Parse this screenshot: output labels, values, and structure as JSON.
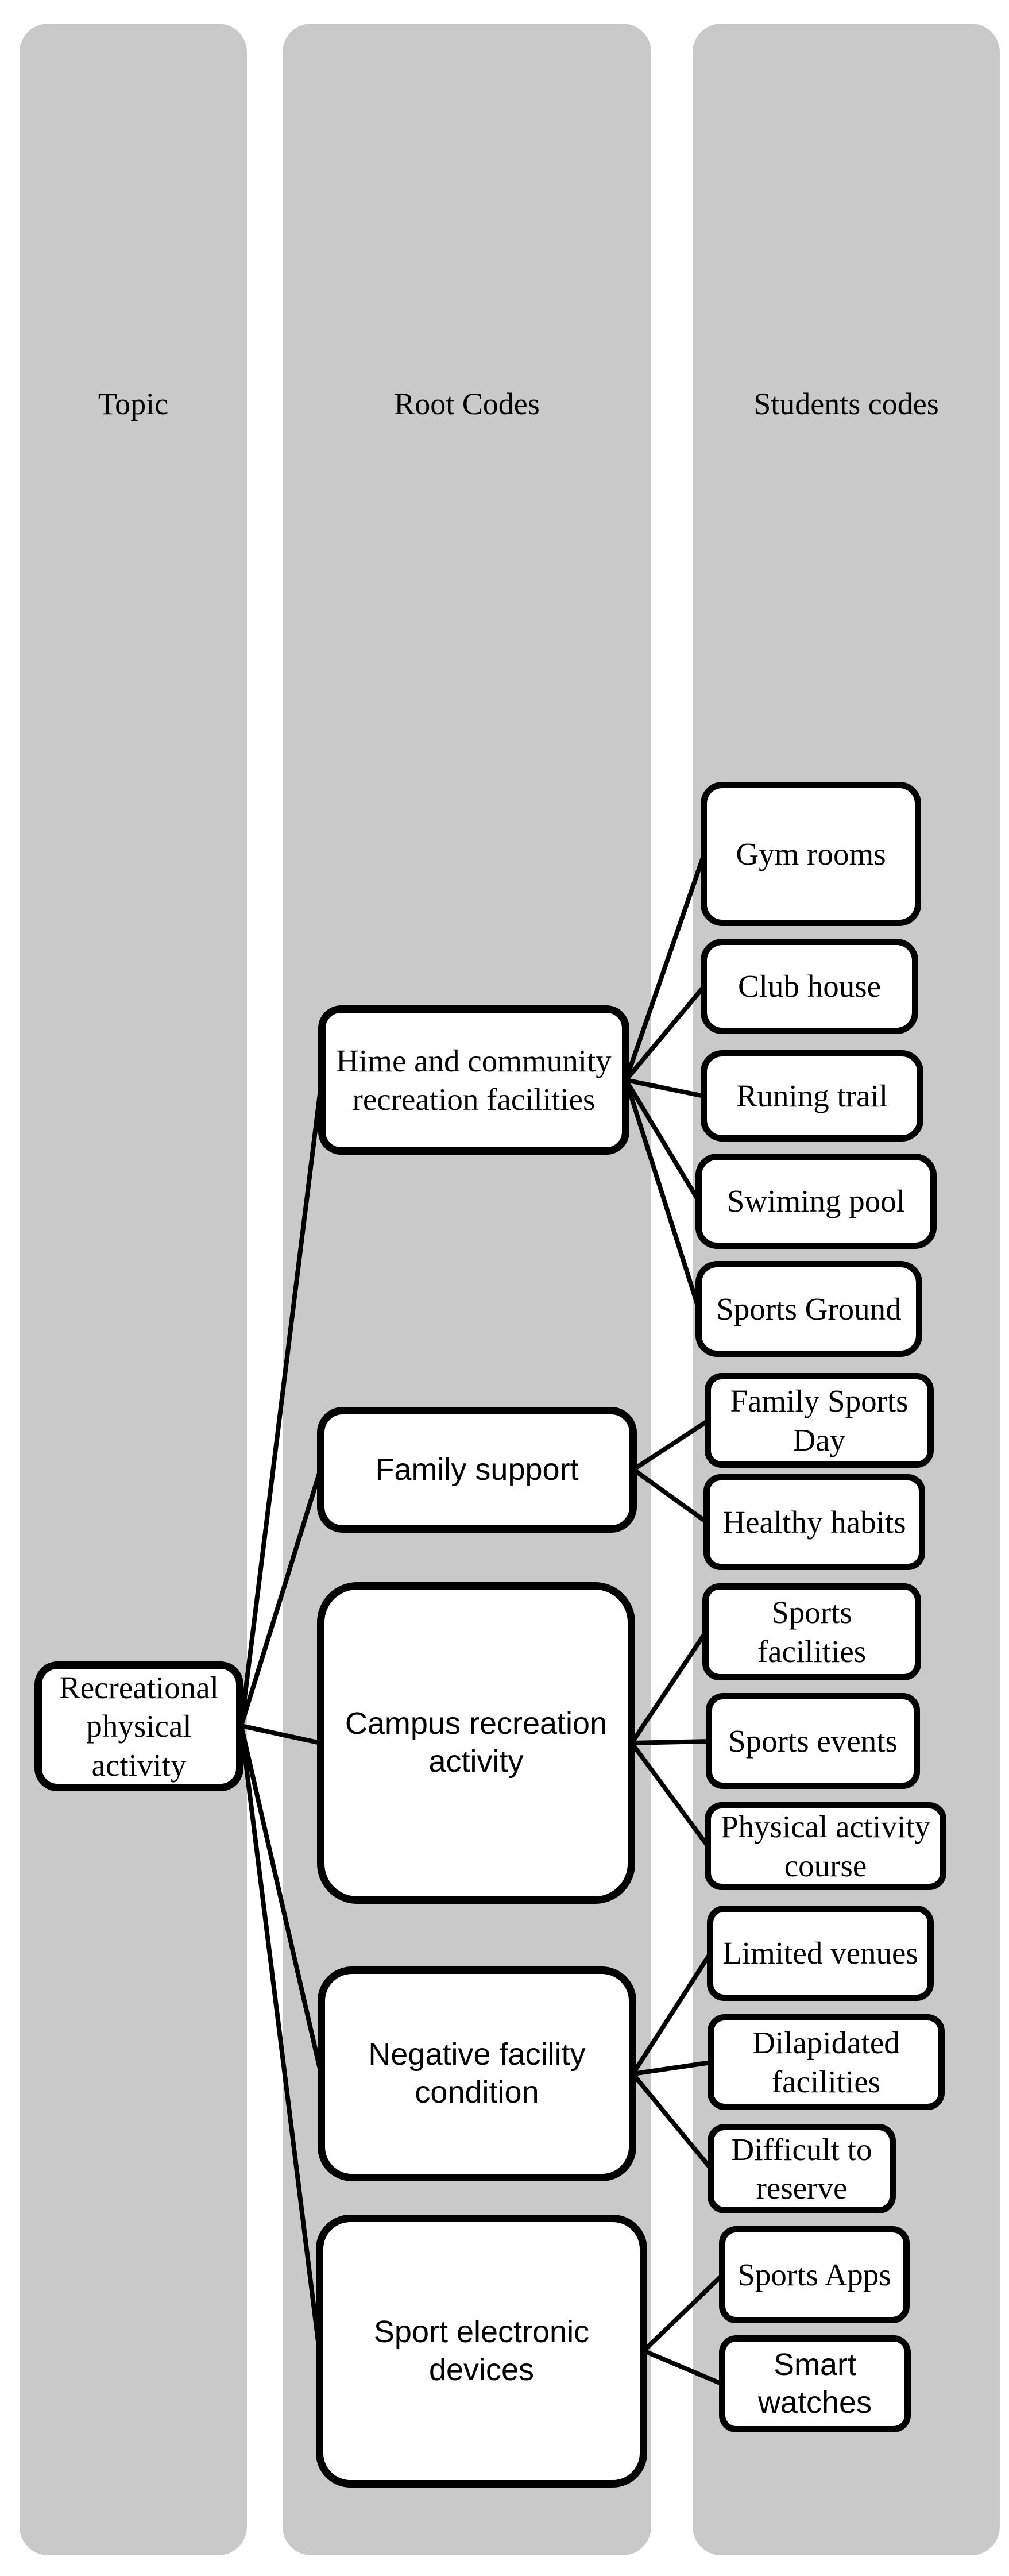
{
  "headers": {
    "topic": "Topic",
    "root": "Root Codes",
    "students": "Students codes"
  },
  "nodes": {
    "topic": {
      "label": "Recreational\nphysical\nactivity"
    },
    "home": {
      "label": "Hime and community\nrecreation facilities"
    },
    "family": {
      "label": "Family support"
    },
    "campus": {
      "label": "Campus recreation\nactivity"
    },
    "negative": {
      "label": "Negative facility\ncondition"
    },
    "devices": {
      "label": "Sport electronic\ndevices"
    },
    "gym": {
      "label": "Gym rooms"
    },
    "club": {
      "label": "Club house"
    },
    "trail": {
      "label": "Runing trail"
    },
    "pool": {
      "label": "Swiming pool"
    },
    "ground": {
      "label": "Sports Ground"
    },
    "familyday": {
      "label": "Family Sports\nDay"
    },
    "habits": {
      "label": "Healthy habits"
    },
    "facilities": {
      "label": "Sports\nfacilities"
    },
    "events": {
      "label": "Sports events"
    },
    "course": {
      "label": "Physical activity\ncourse"
    },
    "venues": {
      "label": "Limited venues"
    },
    "dilapidated": {
      "label": "Dilapidated\nfacilities"
    },
    "reserve": {
      "label": "Difficult to\nreserve"
    },
    "apps": {
      "label": "Sports Apps"
    },
    "watches": {
      "label": "Smart\nwatches"
    }
  },
  "hierarchy": [
    {
      "root": "home",
      "children": [
        "gym",
        "club",
        "trail",
        "pool",
        "ground"
      ]
    },
    {
      "root": "family",
      "children": [
        "familyday",
        "habits"
      ]
    },
    {
      "root": "campus",
      "children": [
        "facilities",
        "events",
        "course"
      ]
    },
    {
      "root": "negative",
      "children": [
        "venues",
        "dilapidated",
        "reserve"
      ]
    },
    {
      "root": "devices",
      "children": [
        "apps",
        "watches"
      ]
    }
  ],
  "colors": {
    "column_bg": "#c9c9c9",
    "box_fill": "#ffffff",
    "box_border": "#000000",
    "connector": "#000000"
  }
}
